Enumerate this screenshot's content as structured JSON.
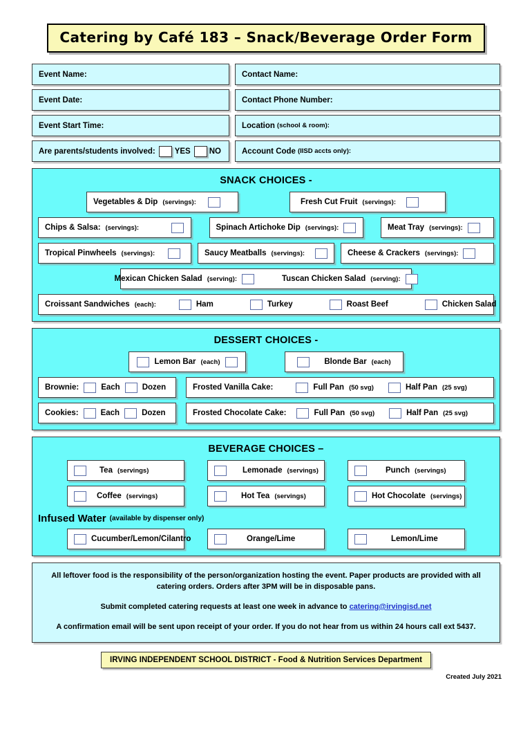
{
  "title": "Catering by Café 183 – Snack/Beverage Order Form",
  "colors": {
    "title_bg": "#FAF8B8",
    "panel_bg": "#6BFBFB",
    "field_bg": "#CFFAFF",
    "checkbox_border": "#5b6ea8",
    "link": "#2233cc"
  },
  "info_fields": {
    "event_name": "Event Name:",
    "contact_name": "Contact Name:",
    "event_date": "Event Date:",
    "contact_phone": "Contact Phone Number:",
    "event_start_time": "Event Start Time:",
    "location_label": "Location",
    "location_note": "(school & room):",
    "parents_involved": "Are parents/students involved:",
    "yes": "YES",
    "no": "NO",
    "account_code_label": "Account Code",
    "account_code_note": "(IISD accts only):"
  },
  "snack": {
    "heading": "SNACK CHOICES -",
    "rows": [
      [
        {
          "label": "Vegetables & Dip",
          "sub": "(servings):",
          "box": "after"
        },
        {
          "label": "Fresh Cut Fruit",
          "sub": "(servings):",
          "box": "after"
        }
      ],
      [
        {
          "label": "Chips & Salsa:",
          "sub": "(servings):",
          "box": "after"
        },
        {
          "label": "Spinach Artichoke Dip",
          "sub": "(servings):",
          "box": "after"
        },
        {
          "label": "Meat Tray",
          "sub": "(servings):",
          "box": "after"
        }
      ],
      [
        {
          "label": "Tropical Pinwheels",
          "sub": "(servings):",
          "box": "after"
        },
        {
          "label": "Saucy Meatballs",
          "sub": "(servings):",
          "box": "after"
        },
        {
          "label": "Cheese & Crackers",
          "sub": "(servings):",
          "box": "after"
        }
      ]
    ],
    "chicken_salad": {
      "mexican_label": "Mexican Chicken Salad",
      "mexican_sub": "(serving):",
      "tuscan_label": "Tuscan Chicken Salad",
      "tuscan_sub": "(serving):"
    },
    "croissant": {
      "label": "Croissant Sandwiches",
      "sub": "(each):",
      "options": [
        "Ham",
        "Turkey",
        "Roast Beef",
        "Chicken Salad"
      ]
    }
  },
  "dessert": {
    "heading": "DESSERT CHOICES -",
    "bars": [
      {
        "label": "Lemon Bar",
        "sub": "(each)",
        "boxes": "both"
      },
      {
        "label": "Blonde Bar",
        "sub": "(each)",
        "boxes": "before"
      }
    ],
    "brownie": {
      "label": "Brownie:",
      "opt1": "Each",
      "opt2": "Dozen"
    },
    "cookies": {
      "label": "Cookies:",
      "opt1": "Each",
      "opt2": "Dozen"
    },
    "vanilla_cake": {
      "label": "Frosted Vanilla Cake:",
      "full_label": "Full Pan",
      "full_sub": "(50 svg)",
      "half_label": "Half Pan",
      "half_sub": "(25 svg)"
    },
    "chocolate_cake": {
      "label": "Frosted Chocolate Cake:",
      "full_label": "Full Pan",
      "full_sub": "(50 svg)",
      "half_label": "Half Pan",
      "half_sub": "(25 svg)"
    }
  },
  "beverage": {
    "heading": "BEVERAGE CHOICES –",
    "row1": [
      {
        "label": "Tea",
        "sub": "(servings)"
      },
      {
        "label": "Lemonade",
        "sub": "(servings)"
      },
      {
        "label": "Punch",
        "sub": "(servings)"
      }
    ],
    "row2": [
      {
        "label": "Coffee",
        "sub": "(servings)"
      },
      {
        "label": "Hot Tea",
        "sub": "(servings)"
      },
      {
        "label": "Hot Chocolate",
        "sub": "(servings)"
      }
    ],
    "infused_water_title": "Infused Water",
    "infused_water_note": "(available by dispenser only)",
    "infused": [
      {
        "label": "Cucumber/Lemon/Cilantro"
      },
      {
        "label": "Orange/Lime"
      },
      {
        "label": "Lemon/Lime"
      }
    ]
  },
  "notes": {
    "line1": "All leftover food is the responsibility of the person/organization hosting the event. Paper products are provided with all catering orders. Orders after 3PM will be in disposable pans.",
    "line2_prefix": "Submit completed catering requests at least one week in advance to ",
    "email": "catering@irvingisd.net",
    "line3": "A confirmation email will be sent upon receipt of your order. If you do not hear from us within 24 hours call ext 5437."
  },
  "footer": {
    "banner": "IRVING INDEPENDENT SCHOOL DISTRICT - Food & Nutrition Services Department",
    "created": "Created July 2021"
  }
}
